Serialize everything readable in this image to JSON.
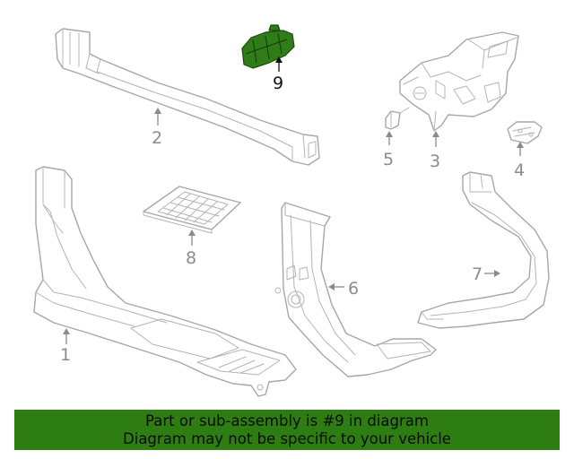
{
  "callouts": {
    "c1": "1",
    "c2": "2",
    "c3": "3",
    "c4": "4",
    "c5": "5",
    "c6": "6",
    "c7": "7",
    "c8": "8",
    "c9": "9"
  },
  "highlight_color": "#2e7d12",
  "banner": {
    "line1": "Part or sub-assembly is #9 in diagram",
    "line2": "Diagram may not be specific to your vehicle"
  }
}
